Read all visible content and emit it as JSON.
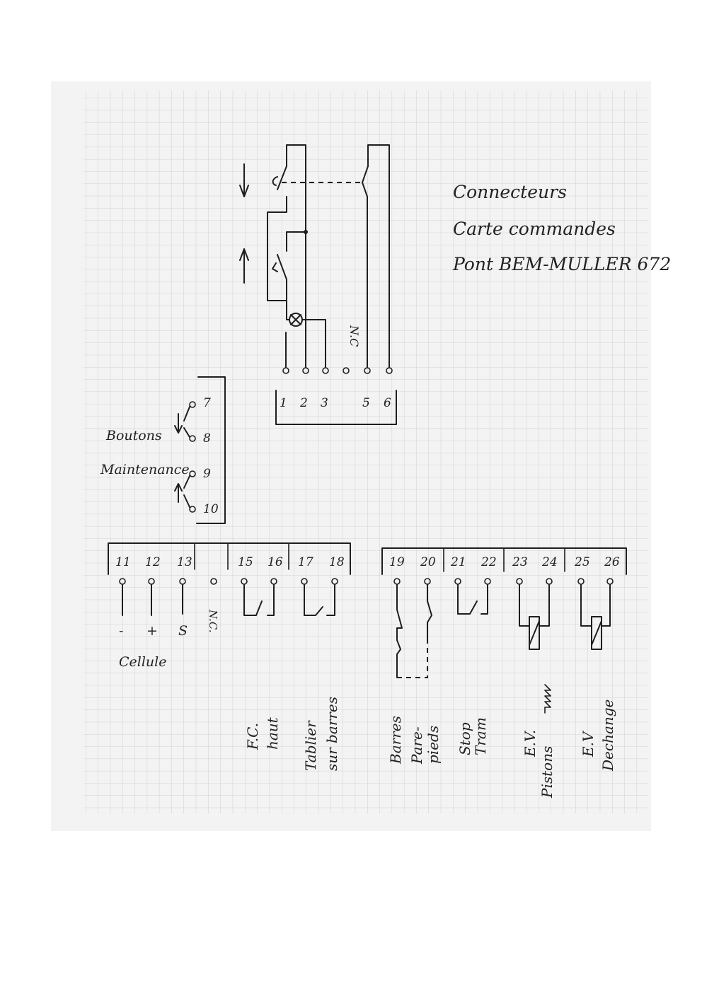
{
  "title": {
    "line1": "Connecteurs",
    "line2": "Carte commandes",
    "line3": "Pont BEM-MULLER 672"
  },
  "top_connector": {
    "terminals": [
      "1",
      "2",
      "3",
      "5",
      "6"
    ],
    "nc_label": "N.C"
  },
  "side_connector": {
    "terminals": [
      "7",
      "8",
      "9",
      "10"
    ],
    "label_line1": "Boutons",
    "label_line2": "Maintenance"
  },
  "bottom_left_connector": {
    "terminals": [
      "11",
      "12",
      "13",
      "15",
      "16",
      "17",
      "18"
    ],
    "polarity": [
      "-",
      "+",
      "S"
    ],
    "nc_label": "N.C.",
    "cellule_label": "Cellule",
    "fc_label_line1": "F.C.",
    "fc_label_line2": "haut",
    "tablier_label_line1": "Tablier",
    "tablier_label_line2": "sur barres"
  },
  "bottom_right_connector": {
    "terminals": [
      "19",
      "20",
      "21",
      "22",
      "23",
      "24",
      "25",
      "26"
    ],
    "barres_label": "Barres",
    "parepieds_label_line1": "Pare-",
    "parepieds_label_line2": "pieds",
    "stop_label_line1": "Stop",
    "stop_label_line2": "Tram",
    "ev1_label_line1": "E.V.",
    "ev1_label_line2": "Pistons",
    "ev2_label_line1": "E.V",
    "ev2_label_line2": "Dechange"
  }
}
